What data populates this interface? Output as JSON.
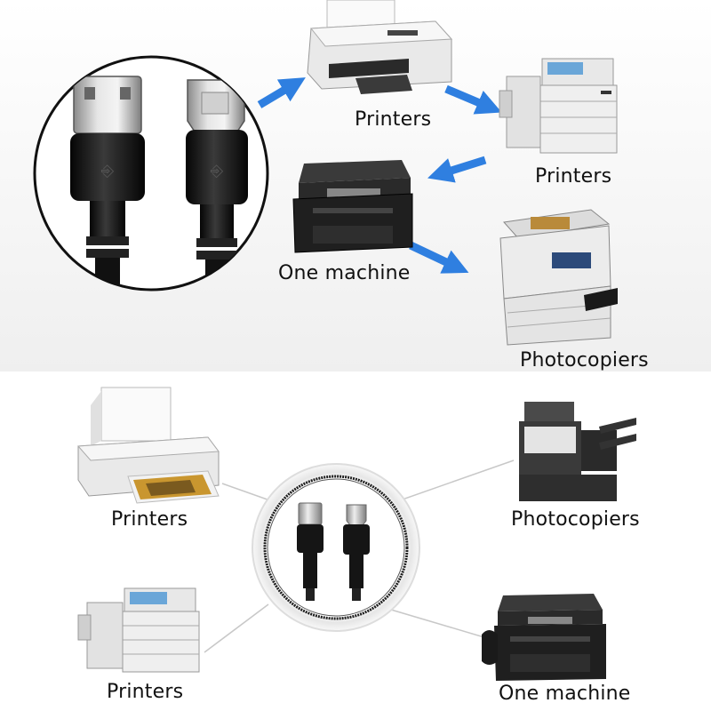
{
  "top": {
    "labels": {
      "printers_1": "Printers",
      "printers_2": "Printers",
      "one_machine": "One machine",
      "photocopiers": "Photocopiers"
    }
  },
  "bottom": {
    "labels": {
      "printers_left_top": "Printers",
      "photocopiers_right_top": "Photocopiers",
      "printers_left_bottom": "Printers",
      "one_machine_right_bottom": "One machine"
    }
  },
  "colors": {
    "arrow": "#2f7fe0",
    "cable": "#1a1a1a",
    "metal": "#c8c8c8",
    "ring": "#e9e9e9"
  }
}
